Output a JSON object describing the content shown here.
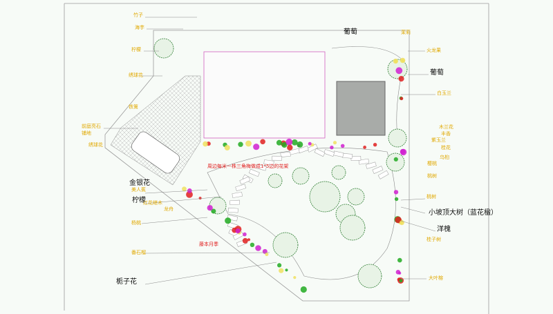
{
  "top_label": "葡萄",
  "left_labels": [
    "竹子",
    "海芋",
    "柠檬",
    "绣球花",
    "铁篱",
    "前庭亮石",
    "铺地",
    "绣球花",
    "美人蕉",
    "红花继木",
    "龙舟",
    "杨桃",
    "番石榴"
  ],
  "left_black": [
    "金银花",
    "柠檬",
    "栀子花"
  ],
  "right_labels": [
    "茉莉",
    "火龙果",
    "白玉兰",
    "木兰花",
    "丰香",
    "紫玉兰",
    "桂花",
    "乌桕",
    "樱桃",
    "桃树",
    "桃树",
    "桂子树",
    "大叶榕"
  ],
  "right_black": [
    "葡萄",
    "小坡顶大树（蓝花楹）",
    "洋槐"
  ],
  "red_notes": [
    "周边每米一株三角梅做成1*5边的花架",
    "藤本月季"
  ],
  "colors": {
    "label": "#e0a800",
    "tree": "#2e7d32",
    "flower": "#d020d0",
    "accent": "#e02020"
  }
}
